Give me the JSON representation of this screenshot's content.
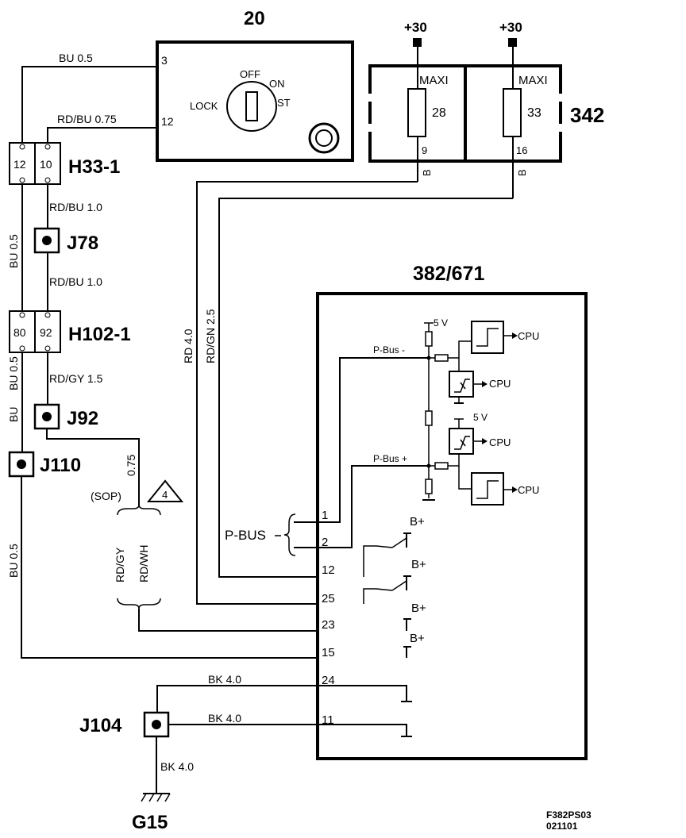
{
  "components": {
    "ignition": {
      "id": "20",
      "off": "OFF",
      "on": "ON",
      "lock": "LOCK",
      "st": "ST",
      "pin3": "3",
      "pin12": "12"
    },
    "fuse_box": {
      "id": "342",
      "supply_a": "+30",
      "supply_b": "+30",
      "fuse_a": {
        "type": "MAXI",
        "num": "28",
        "pin": "9",
        "wire": "B"
      },
      "fuse_b": {
        "type": "MAXI",
        "num": "33",
        "pin": "16",
        "wire": "B"
      }
    },
    "h33": {
      "id": "H33-1",
      "pin_left": "12",
      "pin_right": "10"
    },
    "h102": {
      "id": "H102-1",
      "pin_left": "80",
      "pin_right": "92"
    },
    "splices": {
      "j78": "J78",
      "j92": "J92",
      "j110": "J110",
      "j104": "J104"
    },
    "ground": "G15",
    "note_num": "4",
    "sop": "(SOP)",
    "module": {
      "id": "382/671",
      "v5": "5 V",
      "cpu": "CPU",
      "pbus_minus": "P-Bus -",
      "pbus_plus": "P-Bus +",
      "bplus": "B+",
      "pbus_label": "P-BUS",
      "pins": [
        "1",
        "2",
        "12",
        "25",
        "23",
        "15",
        "24",
        "11"
      ]
    }
  },
  "wires": {
    "bu05": "BU  0.5",
    "rdbu075": "RD/BU   0.75",
    "rdbu10": "RD/BU  1.0",
    "rdgy15": "RD/GY  1.5",
    "bu05v": "BU  0.5",
    "bu": "BU",
    "n075": "0.75",
    "rd40": "RD  4.0",
    "rdgn25": "RD/GN  2.5",
    "rdgy": "RD/GY",
    "rdwh": "RD/WH",
    "bk40": "BK   4.0",
    "bk40b": "BK  4.0"
  },
  "footer": {
    "code": "F382PS03",
    "date": "021101"
  }
}
